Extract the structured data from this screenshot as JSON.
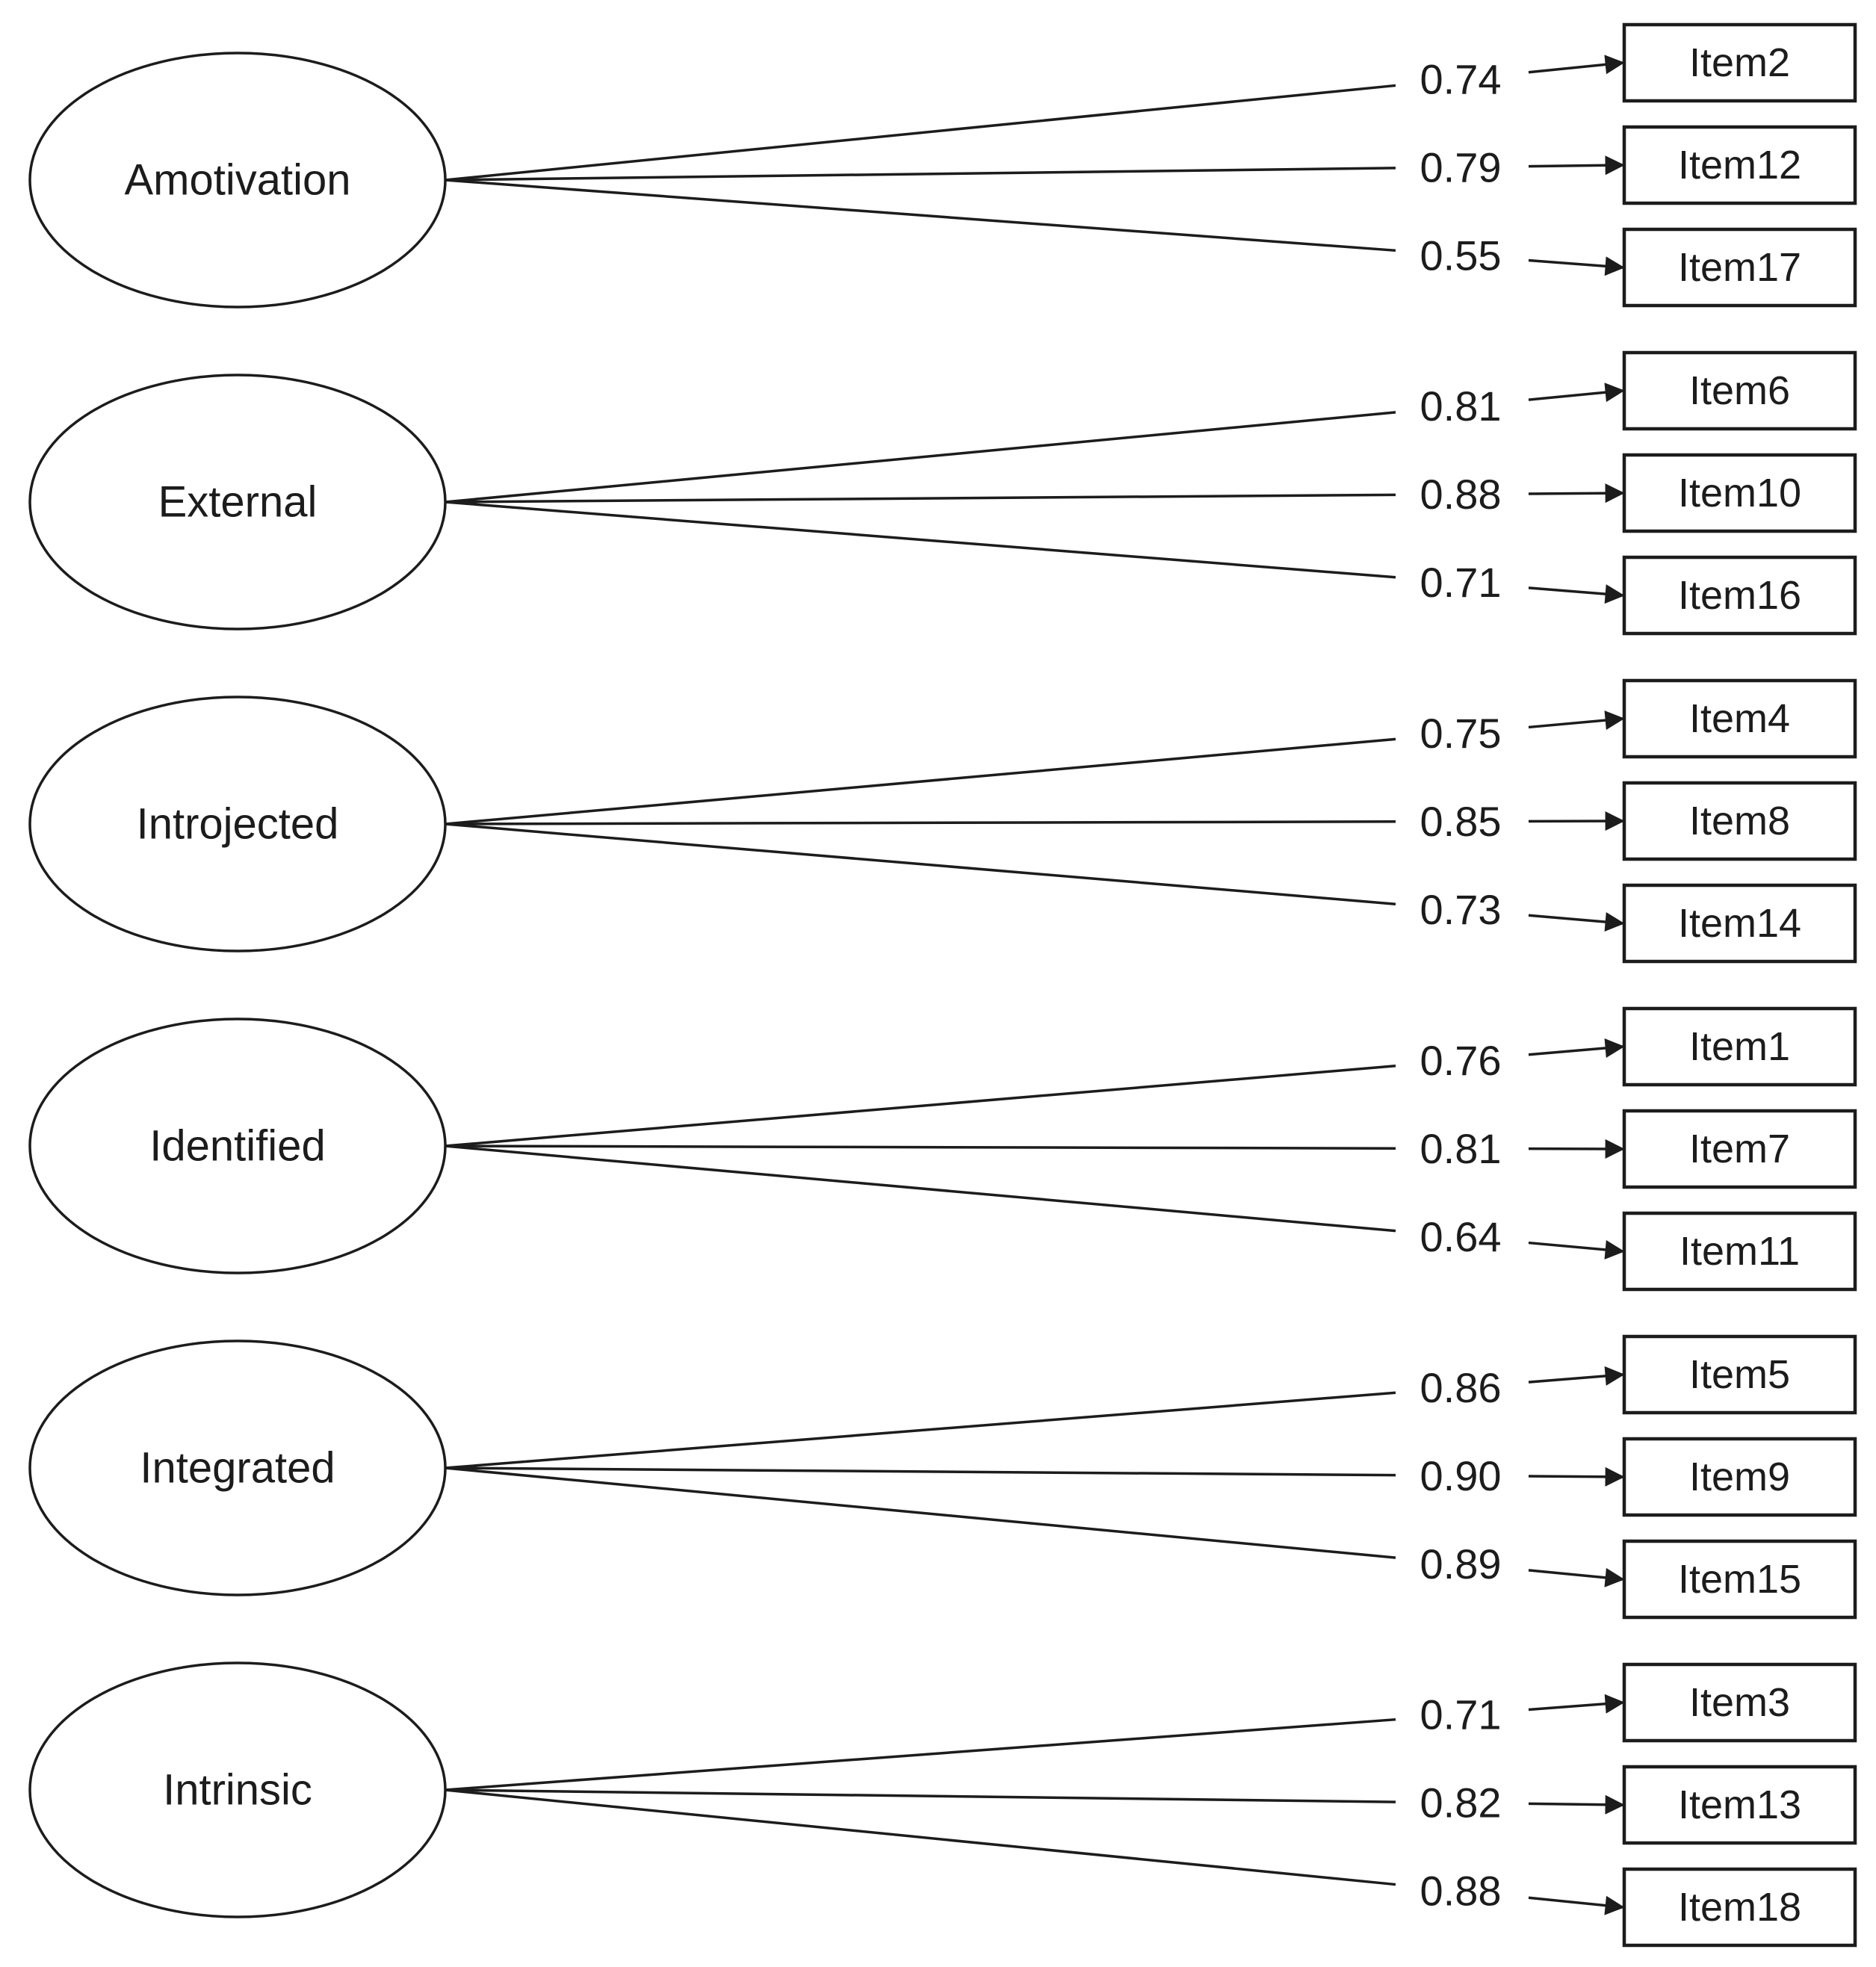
{
  "diagram": {
    "type": "confirmatory-factor-analysis-path-diagram",
    "colors": {
      "stroke": "#1c1c1c",
      "background": "#ffffff",
      "text": "#1c1c1c"
    },
    "factors": [
      {
        "label": "Amotivation",
        "items": [
          {
            "label": "Item2",
            "loading": "0.74"
          },
          {
            "label": "Item12",
            "loading": "0.79"
          },
          {
            "label": "Item17",
            "loading": "0.55"
          }
        ]
      },
      {
        "label": "External",
        "items": [
          {
            "label": "Item6",
            "loading": "0.81"
          },
          {
            "label": "Item10",
            "loading": "0.88"
          },
          {
            "label": "Item16",
            "loading": "0.71"
          }
        ]
      },
      {
        "label": "Introjected",
        "items": [
          {
            "label": "Item4",
            "loading": "0.75"
          },
          {
            "label": "Item8",
            "loading": "0.85"
          },
          {
            "label": "Item14",
            "loading": "0.73"
          }
        ]
      },
      {
        "label": "Identified",
        "items": [
          {
            "label": "Item1",
            "loading": "0.76"
          },
          {
            "label": "Item7",
            "loading": "0.81"
          },
          {
            "label": "Item11",
            "loading": "0.64"
          }
        ]
      },
      {
        "label": "Integrated",
        "items": [
          {
            "label": "Item5",
            "loading": "0.86"
          },
          {
            "label": "Item9",
            "loading": "0.90"
          },
          {
            "label": "Item15",
            "loading": "0.89"
          }
        ]
      },
      {
        "label": "Intrinsic",
        "items": [
          {
            "label": "Item3",
            "loading": "0.71"
          },
          {
            "label": "Item13",
            "loading": "0.82"
          },
          {
            "label": "Item18",
            "loading": "0.88"
          }
        ]
      }
    ]
  }
}
